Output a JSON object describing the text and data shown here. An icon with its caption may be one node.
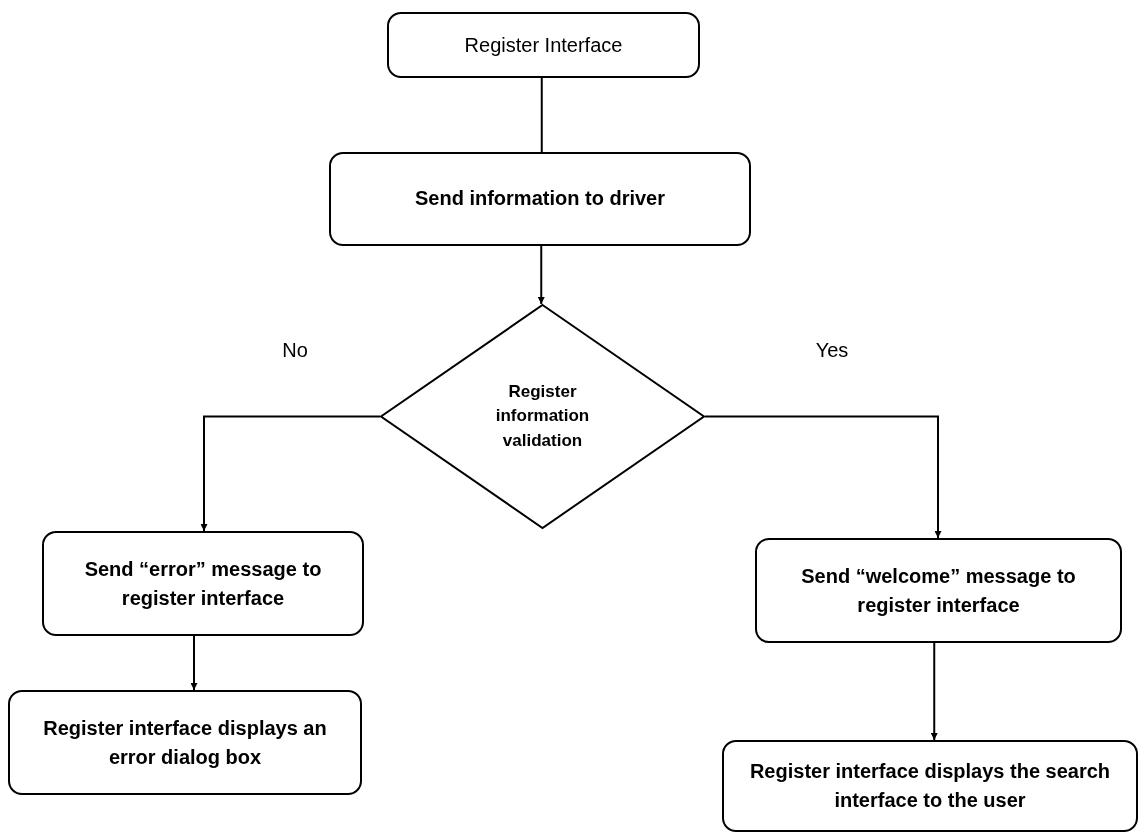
{
  "diagram": {
    "nodes": [
      {
        "text": [
          "Register Interface"
        ]
      },
      {
        "text": [
          "Send information to driver"
        ]
      },
      {
        "text": [
          "Register information validation"
        ]
      },
      {
        "text": [
          "Send “error” message to register interface"
        ]
      },
      {
        "text": [
          "Send “welcome” message to register interface"
        ]
      },
      {
        "text": [
          "Register interface displays an error dialog box"
        ]
      },
      {
        "text": [
          "Register interface displays the search interface to the user"
        ]
      }
    ],
    "edges": [
      {
        "from": 0,
        "to": 1,
        "arrow": "none"
      },
      {
        "from": 1,
        "to": 2,
        "arrow": "to"
      },
      {
        "from": 2,
        "to": 3,
        "arrow": "to",
        "label": "No"
      },
      {
        "from": 2,
        "to": 4,
        "arrow": "to",
        "label": "Yes"
      },
      {
        "from": 3,
        "to": 5,
        "arrow": "to"
      },
      {
        "from": 4,
        "to": 6,
        "arrow": "to"
      }
    ]
  }
}
